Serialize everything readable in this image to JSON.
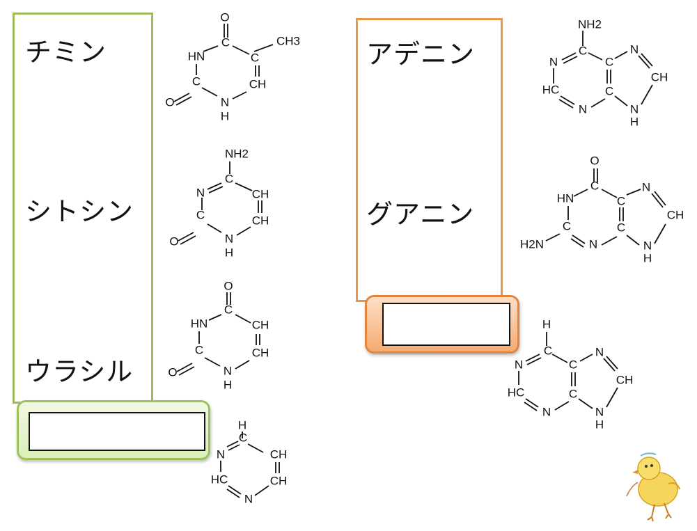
{
  "pyrimidines": {
    "names": [
      "チミン",
      "シトシン",
      "ウラシル"
    ]
  },
  "purines": {
    "names": [
      "アデニン",
      "グアニン"
    ]
  },
  "atoms": {
    "O": "O",
    "N": "N",
    "C": "C",
    "H": "H",
    "HN": "HN",
    "CH": "CH",
    "HC": "HC",
    "CH3": "CH3",
    "NH2": "NH2",
    "H2N": "H2N"
  },
  "colors": {
    "pyrimidine_accent": "#9cbb5b",
    "purine_accent": "#e8954a"
  },
  "decoration": "chick-illustration"
}
